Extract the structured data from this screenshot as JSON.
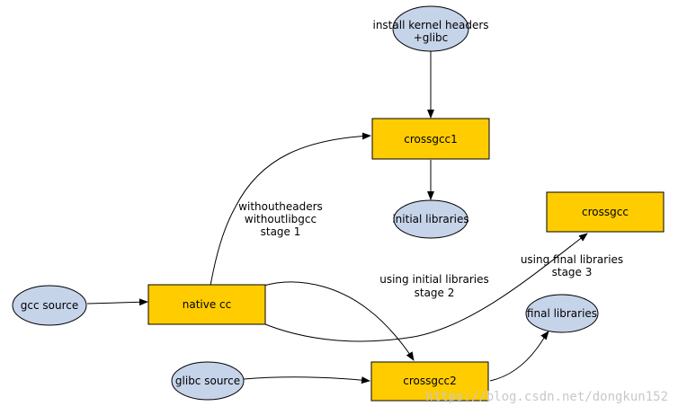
{
  "colors": {
    "box_fill": "#ffcc00",
    "ellipse_fill": "#c6d4ea",
    "stroke": "#000000",
    "watermark": "#c8c8c8"
  },
  "nodes": {
    "install_headers": {
      "line1": "install kernel headers",
      "line2": "+glibc"
    },
    "crossgcc1": "crossgcc1",
    "initial_libraries": "initial libraries",
    "crossgcc": "crossgcc",
    "gcc_source": "gcc source",
    "native_cc": "native cc",
    "final_libraries": "final libraries",
    "glibc_source": "glibc source",
    "crossgcc2": "crossgcc2"
  },
  "edge_labels": {
    "stage1": {
      "line1": "withoutheaders",
      "line2": "withoutlibgcc",
      "line3": "stage 1"
    },
    "stage2": {
      "line1": "using initial libraries",
      "line2": "stage 2"
    },
    "stage3": {
      "line1": "using final libraries",
      "line2": "stage 3"
    }
  },
  "watermark": "https://blog.csdn.net/dongkun152"
}
